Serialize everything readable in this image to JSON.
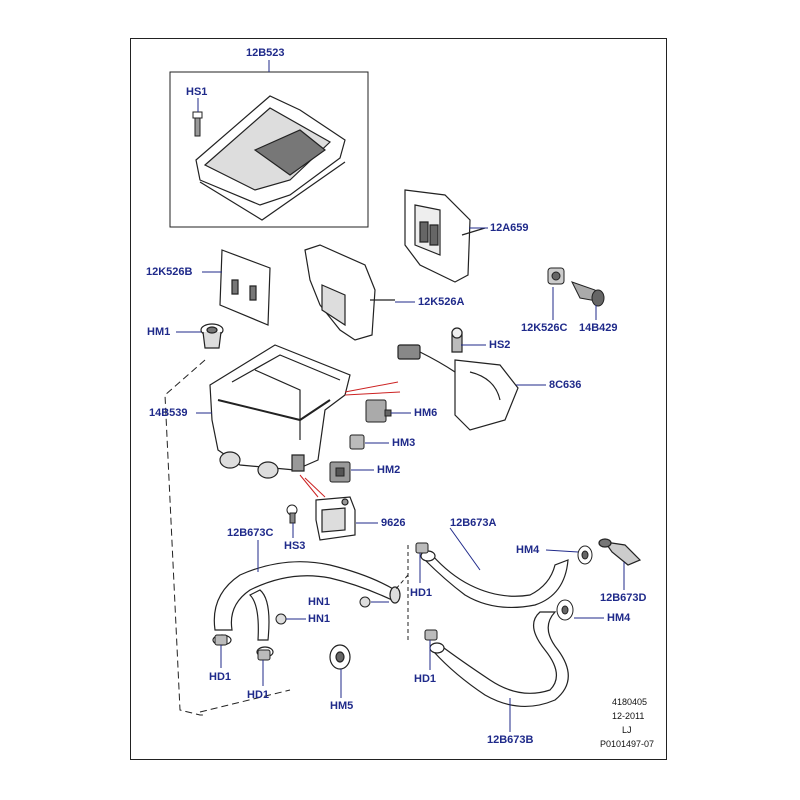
{
  "callouts": {
    "c_12B523": "12B523",
    "c_HS1": "HS1",
    "c_12A659": "12A659",
    "c_12K526B": "12K526B",
    "c_12K526A": "12K526A",
    "c_12K526C": "12K526C",
    "c_14B429": "14B429",
    "c_HM1": "HM1",
    "c_HS2": "HS2",
    "c_8C636": "8C636",
    "c_14B539": "14B539",
    "c_HM6": "HM6",
    "c_HM3": "HM3",
    "c_HM2": "HM2",
    "c_9626": "9626",
    "c_HS3": "HS3",
    "c_12B673C": "12B673C",
    "c_12B673A": "12B673A",
    "c_HM4a": "HM4",
    "c_HD1a": "HD1",
    "c_HN1a": "HN1",
    "c_HN1b": "HN1",
    "c_12B673D": "12B673D",
    "c_HM4b": "HM4",
    "c_HD1b": "HD1",
    "c_HD1c": "HD1",
    "c_HD1d": "HD1",
    "c_HM5": "HM5",
    "c_12B673B": "12B673B"
  },
  "footer": {
    "line1": "4180405",
    "line2": "12-2011",
    "line3": "LJ",
    "line4": "P0101497-07"
  },
  "colors": {
    "callout_text": "#1f2a8a",
    "leader_line": "#1f2a8a",
    "highlight_leader": "#cc2222",
    "part_stroke": "#222222"
  }
}
